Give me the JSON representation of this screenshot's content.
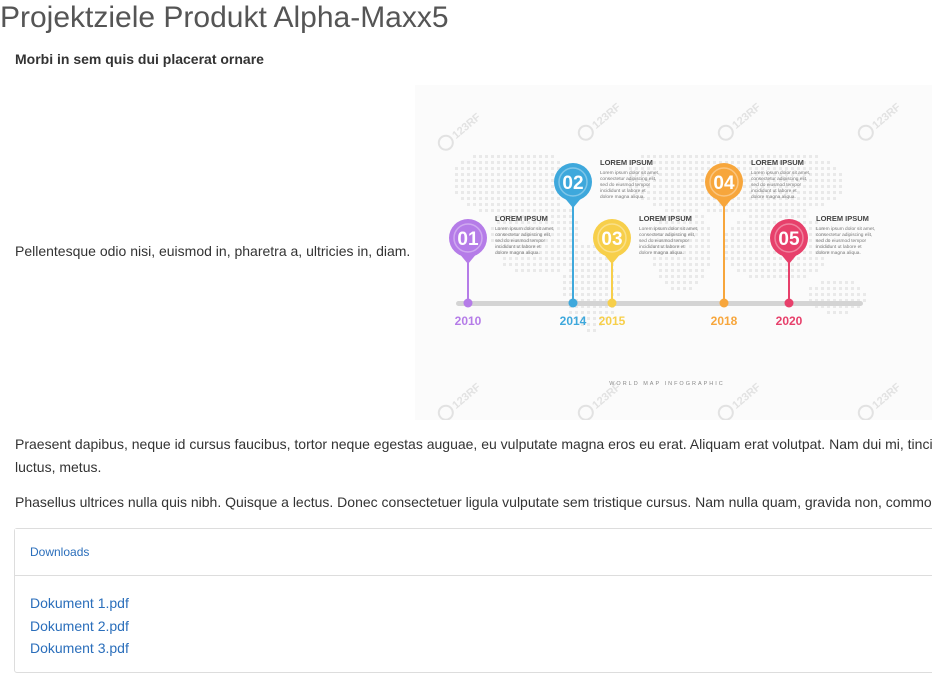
{
  "page": {
    "title": "Projektziele Produkt Alpha-Maxx5",
    "subtitle": "Morbi in sem quis dui placerat ornare",
    "side_text": "Pellentesque odio nisi, euismod in, pharetra a, ultricies in, diam."
  },
  "infographic": {
    "footer": "WORLD MAP INFOGRAPHIC",
    "watermark": "123RF",
    "milestones": [
      {
        "number": "01",
        "year": "2010",
        "color": "#b57ce8",
        "heading": "LOREM IPSUM",
        "text": [
          "Lorem ipsum dolor sit amet,",
          "consectetur adipiscing elit,",
          "sed do eiusmod tempor",
          "incididunt ut labore et",
          "dolore magna aliqua."
        ]
      },
      {
        "number": "02",
        "year": "2014",
        "color": "#3ea8dc",
        "heading": "LOREM IPSUM",
        "text": [
          "Lorem ipsum dolor sit amet,",
          "consectetur adipiscing elit,",
          "sed do eiusmod tempor",
          "incididunt ut labore et",
          "dolore magna aliqua."
        ]
      },
      {
        "number": "03",
        "year": "2015",
        "color": "#f7cf4a",
        "heading": "LOREM IPSUM",
        "text": [
          "Lorem ipsum dolor sit amet,",
          "consectetur adipiscing elit,",
          "sed do eiusmod tempor",
          "incididunt ut labore et",
          "dolore magna aliqua."
        ]
      },
      {
        "number": "04",
        "year": "2018",
        "color": "#f7a63c",
        "heading": "LOREM IPSUM",
        "text": [
          "Lorem ipsum dolor sit amet,",
          "consectetur adipiscing elit,",
          "sed do eiusmod tempor",
          "incididunt ut labore et",
          "dolore magna aliqua."
        ]
      },
      {
        "number": "05",
        "year": "2020",
        "color": "#e7406b",
        "heading": "LOREM IPSUM",
        "text": [
          "Lorem ipsum dolor sit amet,",
          "consectetur adipiscing elit,",
          "sed do eiusmod tempor",
          "incididunt ut labore et",
          "dolore magna aliqua."
        ]
      }
    ]
  },
  "content": {
    "para1_line1": "Praesent dapibus, neque id cursus faucibus, tortor neque egestas auguae, eu vulputate magna eros eu erat. Aliquam erat volutpat. Nam dui mi, tincid",
    "para1_line2": "luctus, metus.",
    "para2": "Phasellus ultrices nulla quis nibh. Quisque a lectus. Donec consectetuer ligula vulputate sem tristique cursus. Nam nulla quam, gravida non, commod"
  },
  "downloads": {
    "heading": "Downloads",
    "files": [
      "Dokument 1.pdf",
      "Dokument 2.pdf",
      "Dokument 3.pdf"
    ]
  },
  "colors": {
    "link": "#2a6ebb",
    "title": "#555555"
  }
}
